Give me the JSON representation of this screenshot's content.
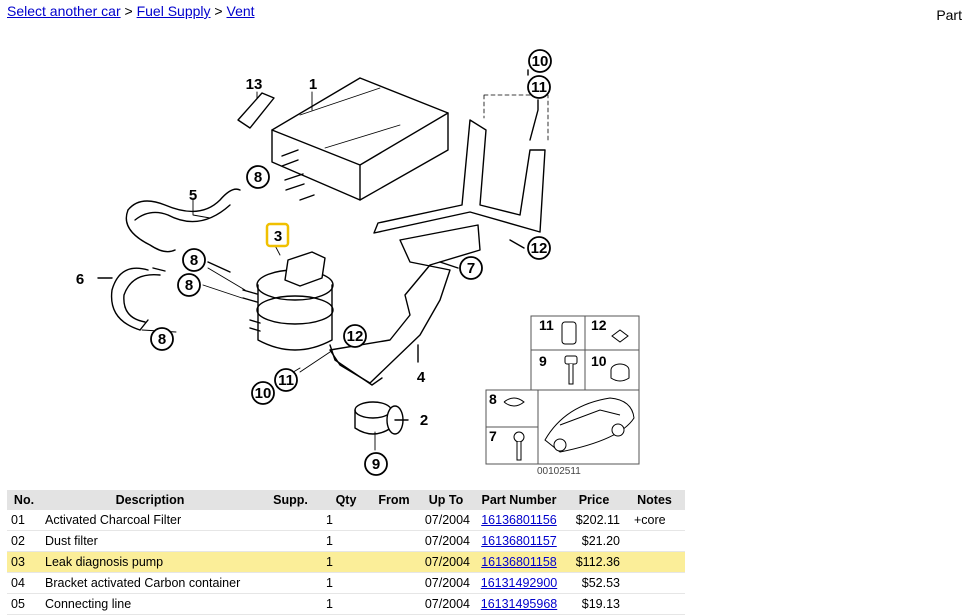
{
  "breadcrumb": {
    "items": [
      "Select another car",
      "Fuel Supply",
      "Vent"
    ],
    "separator": ">"
  },
  "header_right": "Part",
  "diagram": {
    "callouts": [
      "1",
      "2",
      "3",
      "4",
      "5",
      "6",
      "7",
      "8",
      "9",
      "10",
      "11",
      "12",
      "13"
    ],
    "legend_labels": [
      "11",
      "12",
      "9",
      "10",
      "8",
      "7"
    ],
    "image_code": "00102511"
  },
  "table": {
    "headers": [
      "No.",
      "Description",
      "Supp.",
      "Qty",
      "From",
      "Up To",
      "Part Number",
      "Price",
      "Notes"
    ],
    "rows": [
      {
        "no": "01",
        "description": "Activated Charcoal Filter",
        "supp": "",
        "qty": "1",
        "from": "",
        "up_to": "07/2004",
        "part_number": "16136801156",
        "price": "$202.11",
        "notes": "+core"
      },
      {
        "no": "02",
        "description": "Dust filter",
        "supp": "",
        "qty": "1",
        "from": "",
        "up_to": "07/2004",
        "part_number": "16136801157",
        "price": "$21.20",
        "notes": ""
      },
      {
        "no": "03",
        "description": "Leak diagnosis pump",
        "supp": "",
        "qty": "1",
        "from": "",
        "up_to": "07/2004",
        "part_number": "16136801158",
        "price": "$112.36",
        "notes": ""
      },
      {
        "no": "04",
        "description": "Bracket activated Carbon container",
        "supp": "",
        "qty": "1",
        "from": "",
        "up_to": "07/2004",
        "part_number": "16131492900",
        "price": "$52.53",
        "notes": ""
      },
      {
        "no": "05",
        "description": "Connecting line",
        "supp": "",
        "qty": "1",
        "from": "",
        "up_to": "07/2004",
        "part_number": "16131495968",
        "price": "$19.13",
        "notes": ""
      }
    ],
    "highlight_color": "#fbee99",
    "link_color": "#0000cc"
  }
}
